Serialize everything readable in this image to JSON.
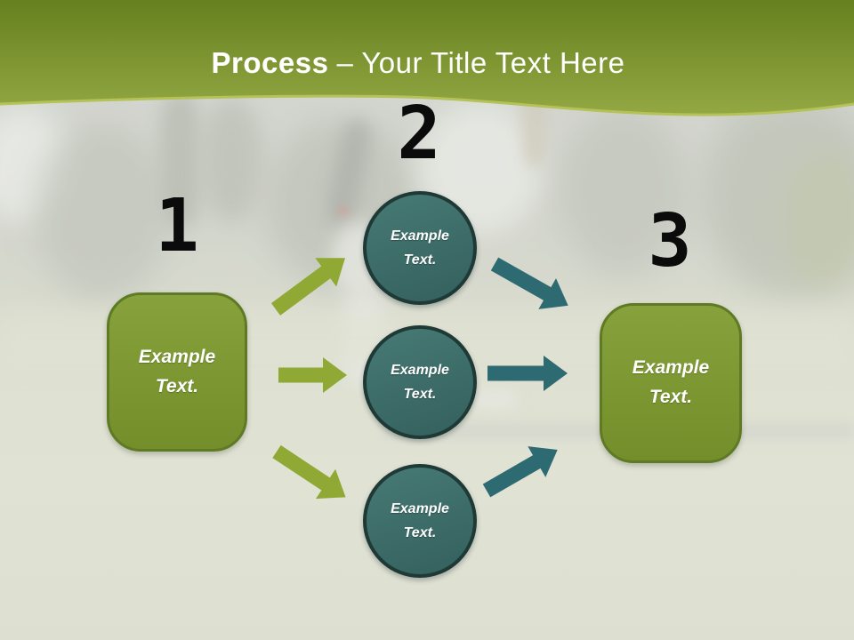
{
  "header": {
    "title_emphasis": "Process",
    "title_separator": "–",
    "title_rest": "Your Title Text Here"
  },
  "steps": [
    {
      "number": "1",
      "label": "Example Text."
    },
    {
      "number": "2",
      "labels": [
        "Example Text.",
        "Example Text.",
        "Example Text."
      ]
    },
    {
      "number": "3",
      "label": "Example Text."
    }
  ],
  "colors": {
    "header_gradient_top": "#66801f",
    "header_gradient_bottom": "#93a843",
    "header_edge_highlight": "#b4c258",
    "title_text": "#ffffff",
    "number_text": "#0b0b0b",
    "box_fill_top": "#87a23c",
    "box_fill_bottom": "#738e2a",
    "box_border": "#5e7a24",
    "box_text": "#ffffff",
    "circle_fill_top": "#477a75",
    "circle_fill_bottom": "#34605d",
    "circle_border": "#1e3936",
    "circle_text": "#ffffff",
    "arrow_olive": "#90a834",
    "arrow_teal": "#2e6a71"
  }
}
